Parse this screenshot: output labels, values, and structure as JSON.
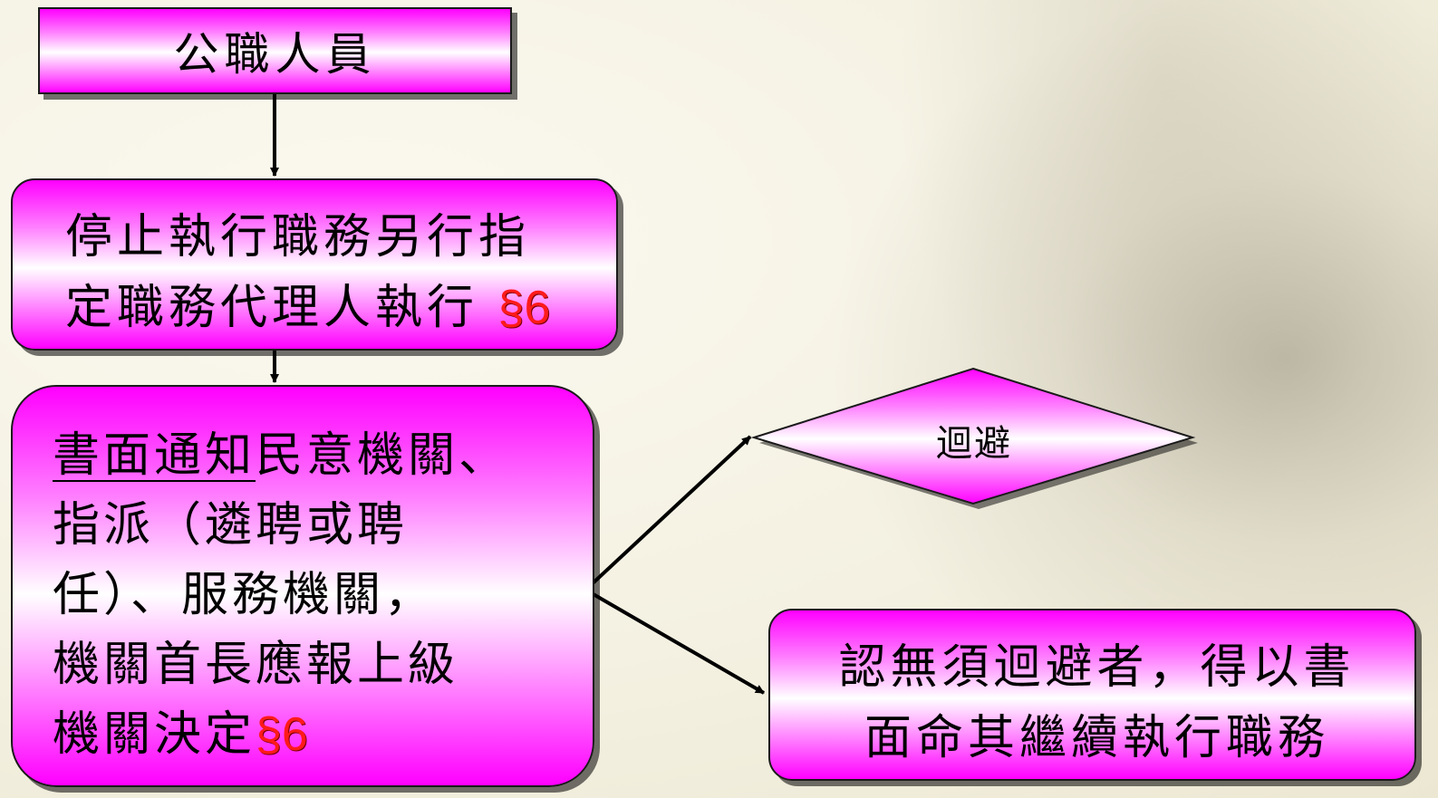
{
  "nodes": {
    "official": {
      "text": "公職人員"
    },
    "suspend": {
      "line1": "停止執行職務另行指",
      "line2": "定職務代理人執行",
      "ref": "§6"
    },
    "notify": {
      "line1_underlined": "書面通知",
      "line1_rest": "民意機關、",
      "line2": "指派（遴聘或聘",
      "line3": "任）、服務機關，",
      "line4": "機關首長應報上級",
      "line5": "機關決定",
      "ref": "§6"
    },
    "recuse": {
      "text": "迴避"
    },
    "continue": {
      "line1": "認無須迴避者，得以書",
      "line2": "面命其繼續執行職務"
    }
  },
  "colors": {
    "box_edge": "#ff00ff",
    "box_mid": "#ffffff",
    "reference_text": "#ff1a1a"
  }
}
